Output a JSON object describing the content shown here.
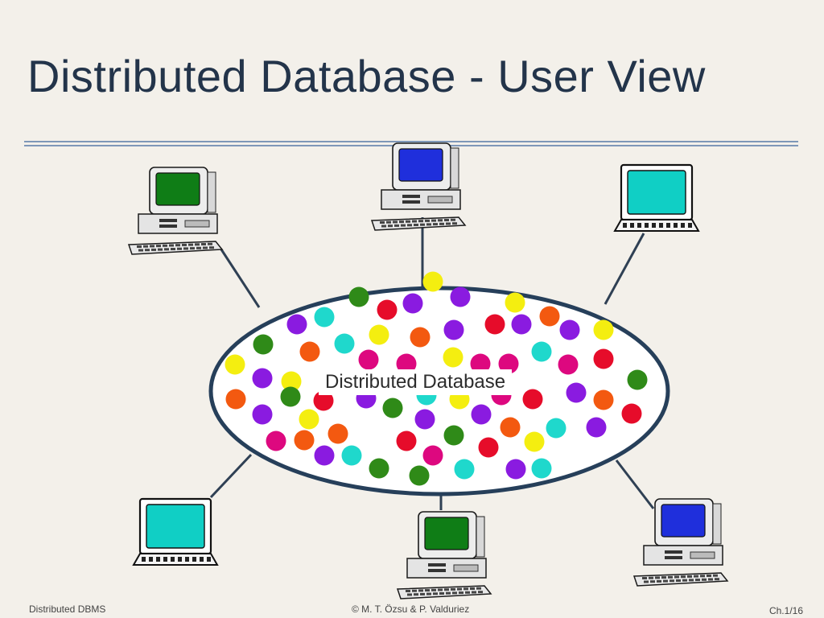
{
  "slide": {
    "title": "Distributed Database - User View",
    "database_label": "Distributed Database",
    "footer_left": "Distributed DBMS",
    "footer_center": "© M. T. Özsu & P. Valduriez",
    "footer_right": "Ch.1/16"
  },
  "colors": {
    "title": "#23344a",
    "rule": "#7e97b8",
    "ellipse_border": "#263f5a",
    "connector": "#2f4054",
    "dot_palette": [
      "#8a1be0",
      "#e60c2a",
      "#2f8a18",
      "#f4ee10",
      "#1fd8cc",
      "#f35910",
      "#dd087f"
    ]
  },
  "terminals": [
    {
      "name": "desktop-top-left",
      "kind": "desktop",
      "screen": "#0f7d16"
    },
    {
      "name": "desktop-top-center",
      "kind": "desktop",
      "screen": "#1f2fdc"
    },
    {
      "name": "laptop-top-right",
      "kind": "laptop",
      "screen": "#10cfc5"
    },
    {
      "name": "laptop-bottom-left",
      "kind": "laptop",
      "screen": "#10cfc5"
    },
    {
      "name": "desktop-bottom-center",
      "kind": "desktop",
      "screen": "#0f7d16"
    },
    {
      "name": "desktop-bottom-right",
      "kind": "desktop",
      "screen": "#1f2fdc"
    }
  ]
}
